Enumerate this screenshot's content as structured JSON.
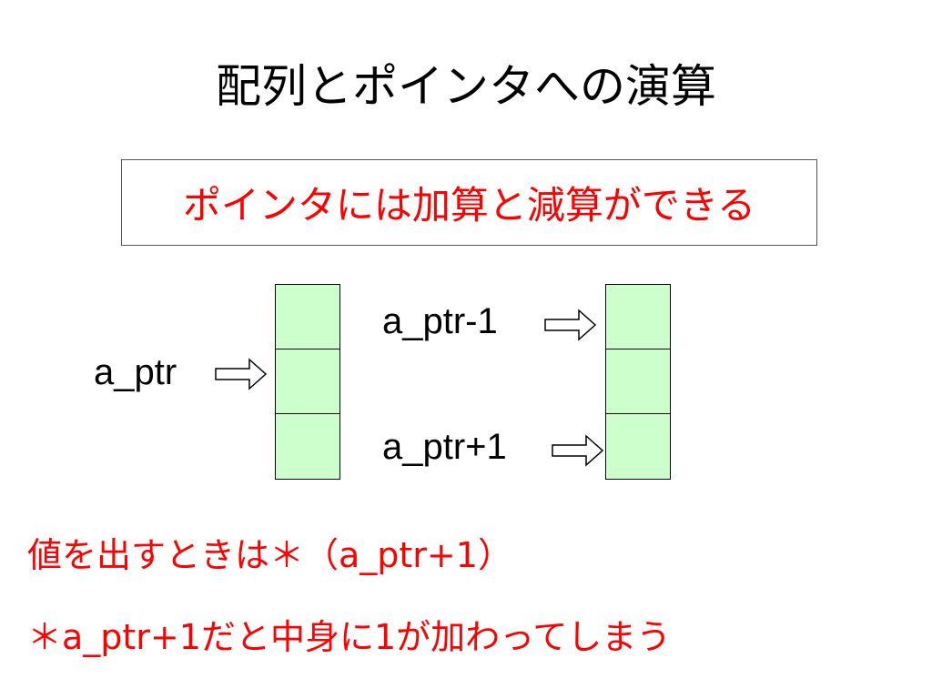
{
  "slide": {
    "title": "配列とポインタへの演算",
    "boxed_statement": "ポインタには加算と減算ができる",
    "labels": {
      "left_pointer": "a_ptr",
      "minus_pointer": "a_ptr-1",
      "plus_pointer": "a_ptr+1"
    },
    "notes": [
      "値を出すときは＊（a_ptr+1）",
      "＊a_ptr+1だと中身に1が加わってしまう"
    ]
  },
  "colors": {
    "title_text": "#000000",
    "emphasis_text": "#ff0000",
    "cell_fill": "#ccffcc",
    "border": "#000000"
  },
  "icons": {
    "pointer_arrow": "hollow-right-arrow-icon"
  }
}
